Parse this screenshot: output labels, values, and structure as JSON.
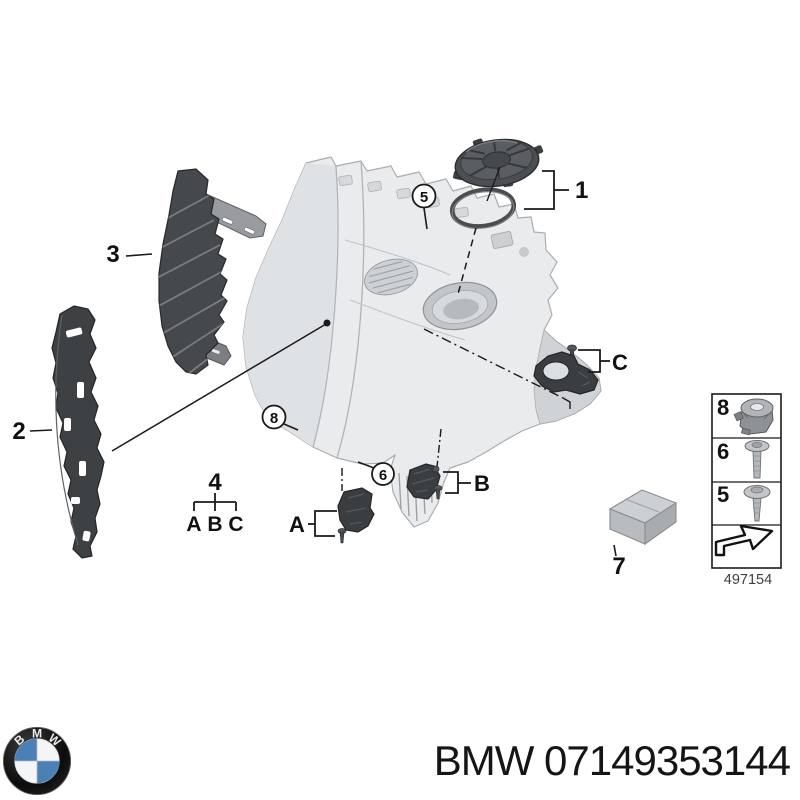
{
  "diagram": {
    "callouts": {
      "cap_ring": "1",
      "trim_panel": "2",
      "mount_bracket": "3",
      "screw_5": "5",
      "screw_6": "6",
      "foam_box": "7",
      "adjuster_8": "8",
      "bracket_a": "A",
      "bracket_b": "B",
      "bracket_c": "C"
    },
    "legend": {
      "number": "4",
      "items": [
        "A",
        "B",
        "C"
      ]
    },
    "panel": {
      "rows": [
        {
          "label": "8"
        },
        {
          "label": "6"
        },
        {
          "label": "5"
        }
      ],
      "code": "497154",
      "arrow_icon": "direction-arrow-icon"
    },
    "colors": {
      "line": "#1a1a1a",
      "housing_fill": "#e9ebec",
      "dark_part": "#3e4144",
      "metal": "#c3c6c9"
    }
  },
  "footer": {
    "part_number": "BMW 07149353144",
    "logo_letters": [
      "B",
      "M",
      "W"
    ],
    "logo_blue": "#4a80b5"
  }
}
